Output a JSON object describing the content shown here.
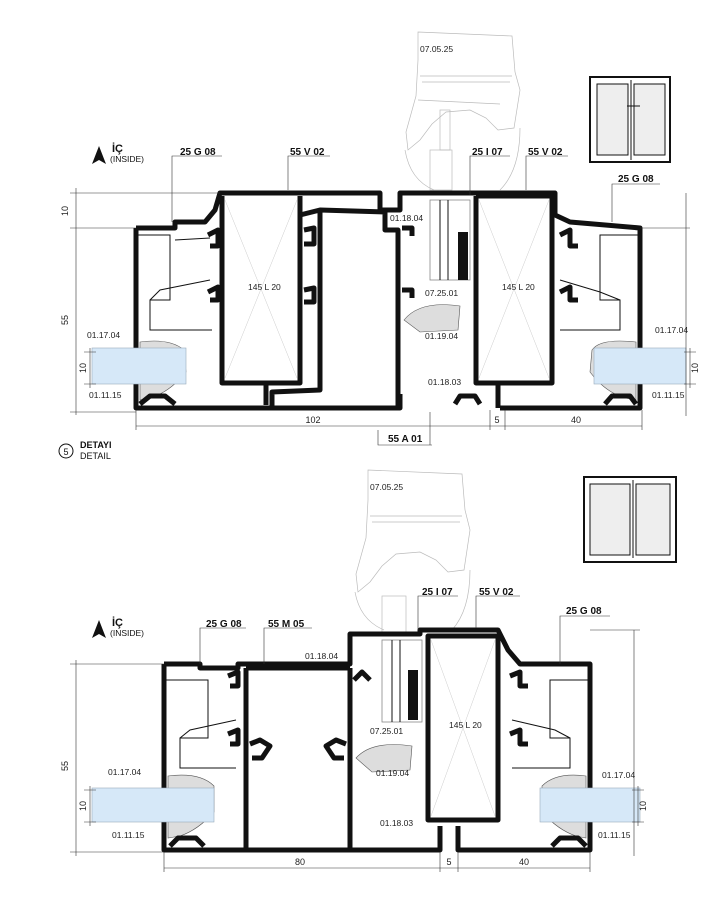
{
  "top": {
    "inside_label": "İÇ",
    "inside_sub": "(INSIDE)",
    "codes": {
      "g08_left": "25 G 08",
      "v02_left": "55 V 02",
      "i07": "25 I 07",
      "v02_right": "55 V 02",
      "g08_right": "25 G 08",
      "a01": "55 A 01",
      "l20_left": "145 L 20",
      "l20_right": "145 L 20"
    },
    "parts": {
      "p070525": "07.05.25",
      "p011804": "01.18.04",
      "p072501": "07.25.01",
      "p011904": "01.19.04",
      "p011803": "01.18.03",
      "p011704_l": "01.17.04",
      "p011704_r": "01.17.04",
      "p011115_l": "01.11.15",
      "p011115_r": "01.11.15"
    },
    "dims": {
      "d10_top": "10",
      "d55": "55",
      "d10_glass_l": "10",
      "d10_glass_r": "10",
      "d102": "102",
      "d5": "5",
      "d40": "40"
    },
    "detail_num": "5",
    "detail_tr": "DETAYI",
    "detail_en": "DETAIL"
  },
  "bottom": {
    "inside_label": "İÇ",
    "inside_sub": "(INSIDE)",
    "codes": {
      "g08_left": "25 G 08",
      "m05": "55 M 05",
      "i07": "25 I 07",
      "v02": "55 V 02",
      "g08_right": "25 G 08",
      "l20": "145 L 20"
    },
    "parts": {
      "p070525": "07.05.25",
      "p011804": "01.18.04",
      "p072501": "07.25.01",
      "p011904": "01.19.04",
      "p011803": "01.18.03",
      "p011704_l": "01.17.04",
      "p011704_r": "01.17.04",
      "p011115_l": "01.11.15",
      "p011115_r": "01.11.15"
    },
    "dims": {
      "d55": "55",
      "d10_glass_l": "10",
      "d10_glass_r": "10",
      "d80": "80",
      "d5": "5",
      "d40": "40"
    }
  }
}
